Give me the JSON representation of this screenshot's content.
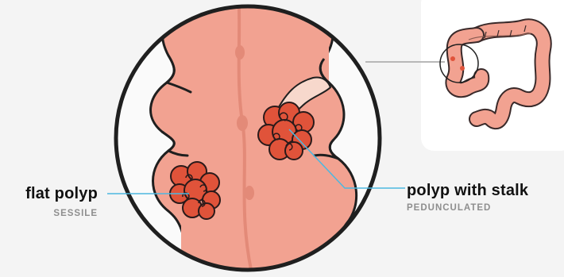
{
  "labels": {
    "flat": {
      "title": "flat polyp",
      "subtitle": "SESSILE"
    },
    "stalk": {
      "title": "polyp with stalk",
      "subtitle": "PEDUNCULATED"
    }
  },
  "colors": {
    "background": "#f4f4f4",
    "tissue": "#f2a291",
    "tissue_dark": "#e38a78",
    "polyp": "#e0533a",
    "polyp_outline": "#2a1a1a",
    "stalk": "#f7d8cc",
    "leader_line": "#4db8e0",
    "outline": "#1f1f1f",
    "inset_card": "#ffffff"
  },
  "icons": [
    "magnifier-lens",
    "colon-overview-icon"
  ]
}
